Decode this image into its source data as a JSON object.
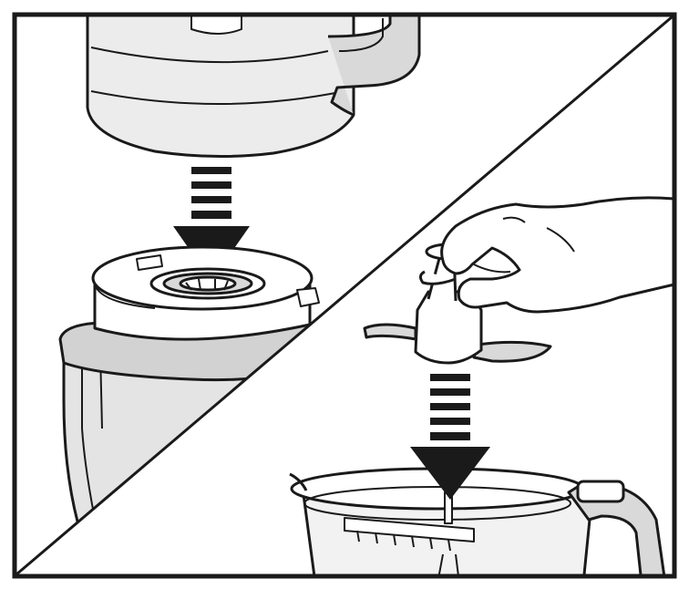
{
  "figure": {
    "kind": "assembly-instruction-illustration",
    "panels": [
      {
        "id": "step-a",
        "position": "top-left",
        "icon": "bowl-onto-motor-base"
      },
      {
        "id": "step-b",
        "position": "bottom-right",
        "icon": "blade-into-bowl"
      }
    ],
    "arrows": [
      {
        "panel": "step-a",
        "direction": "down"
      },
      {
        "panel": "step-b",
        "direction": "down"
      }
    ],
    "colors": {
      "ink": "#1a1a1a",
      "paper": "#ffffff",
      "shade": "#d9d9d9",
      "mid": "#bdbdbd"
    }
  }
}
